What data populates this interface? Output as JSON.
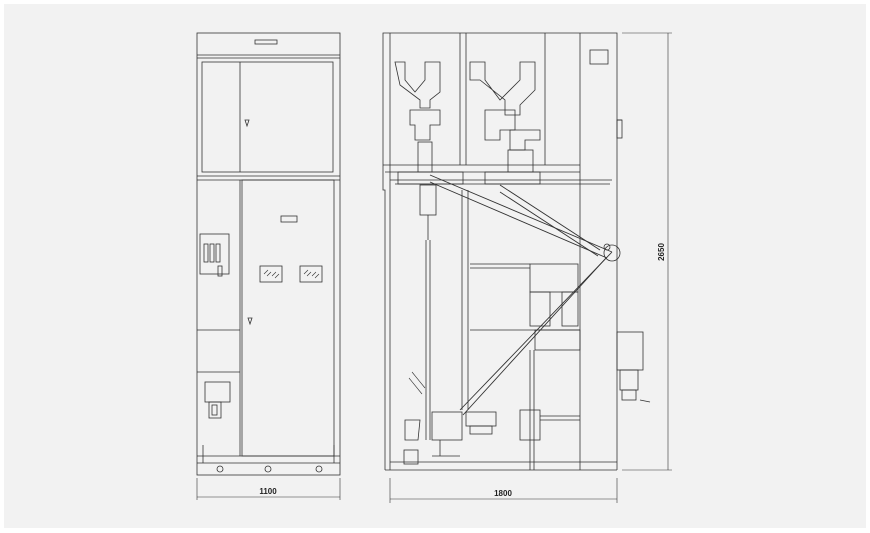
{
  "drawing": {
    "dim_front_width": "1100",
    "dim_side_depth": "1800",
    "dim_height": "2650"
  },
  "colors": {
    "background": "#f2f2f2",
    "line": "#333333"
  }
}
